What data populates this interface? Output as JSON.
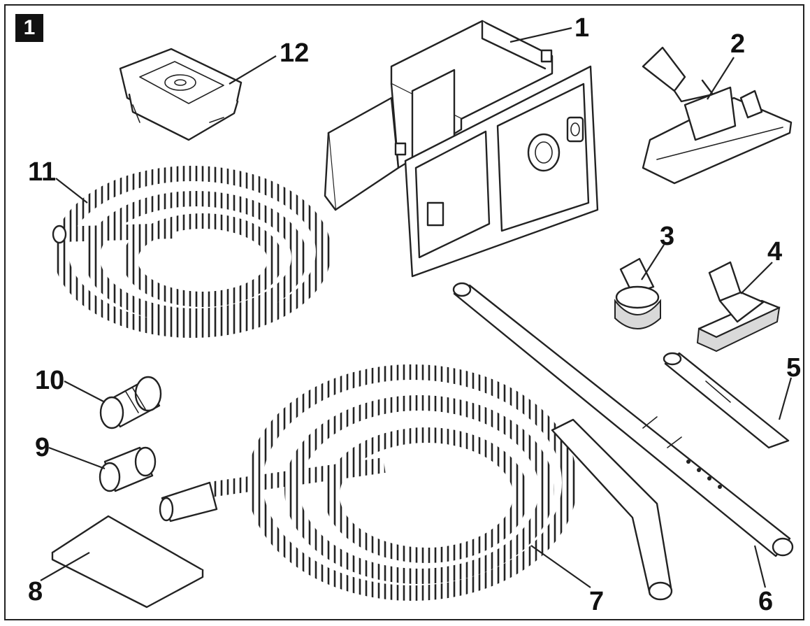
{
  "figure": {
    "number": "1"
  },
  "callouts": [
    {
      "id": "c1",
      "text": "1",
      "part": "central-vacuum-power-unit"
    },
    {
      "id": "c2",
      "text": "2",
      "part": "floor-nozzle"
    },
    {
      "id": "c3",
      "text": "3",
      "part": "dusting-brush"
    },
    {
      "id": "c4",
      "text": "4",
      "part": "upholstery-brush"
    },
    {
      "id": "c5",
      "text": "5",
      "part": "crevice-tool"
    },
    {
      "id": "c6",
      "text": "6",
      "part": "telescopic-wand"
    },
    {
      "id": "c7",
      "text": "7",
      "part": "suction-hose-with-handle"
    },
    {
      "id": "c8",
      "text": "8",
      "part": "filter-pad"
    },
    {
      "id": "c9",
      "text": "9",
      "part": "connector-sleeve"
    },
    {
      "id": "c10",
      "text": "10",
      "part": "hose-adapter"
    },
    {
      "id": "c11",
      "text": "11",
      "part": "exhaust-hose"
    },
    {
      "id": "c12",
      "text": "12",
      "part": "dust-bag"
    }
  ]
}
